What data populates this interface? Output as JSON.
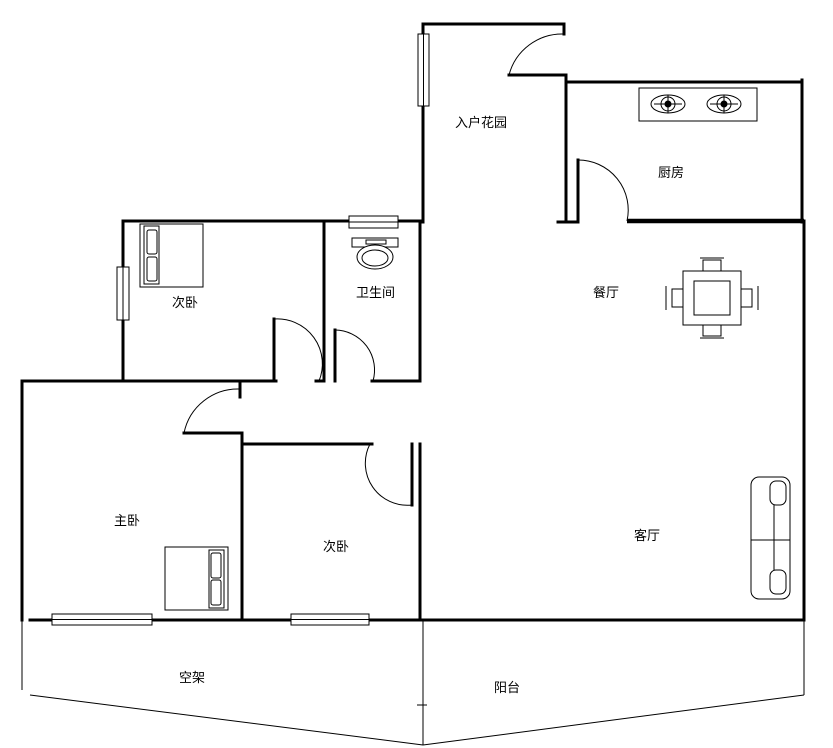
{
  "rooms": {
    "entrance_garden": "入户花园",
    "kitchen": "厨房",
    "second_bedroom_top": "次卧",
    "bathroom": "卫生间",
    "dining": "餐厅",
    "master_bedroom": "主卧",
    "second_bedroom_bottom": "次卧",
    "living_room": "客厅",
    "overhang": "空架",
    "balcony": "阳台"
  }
}
